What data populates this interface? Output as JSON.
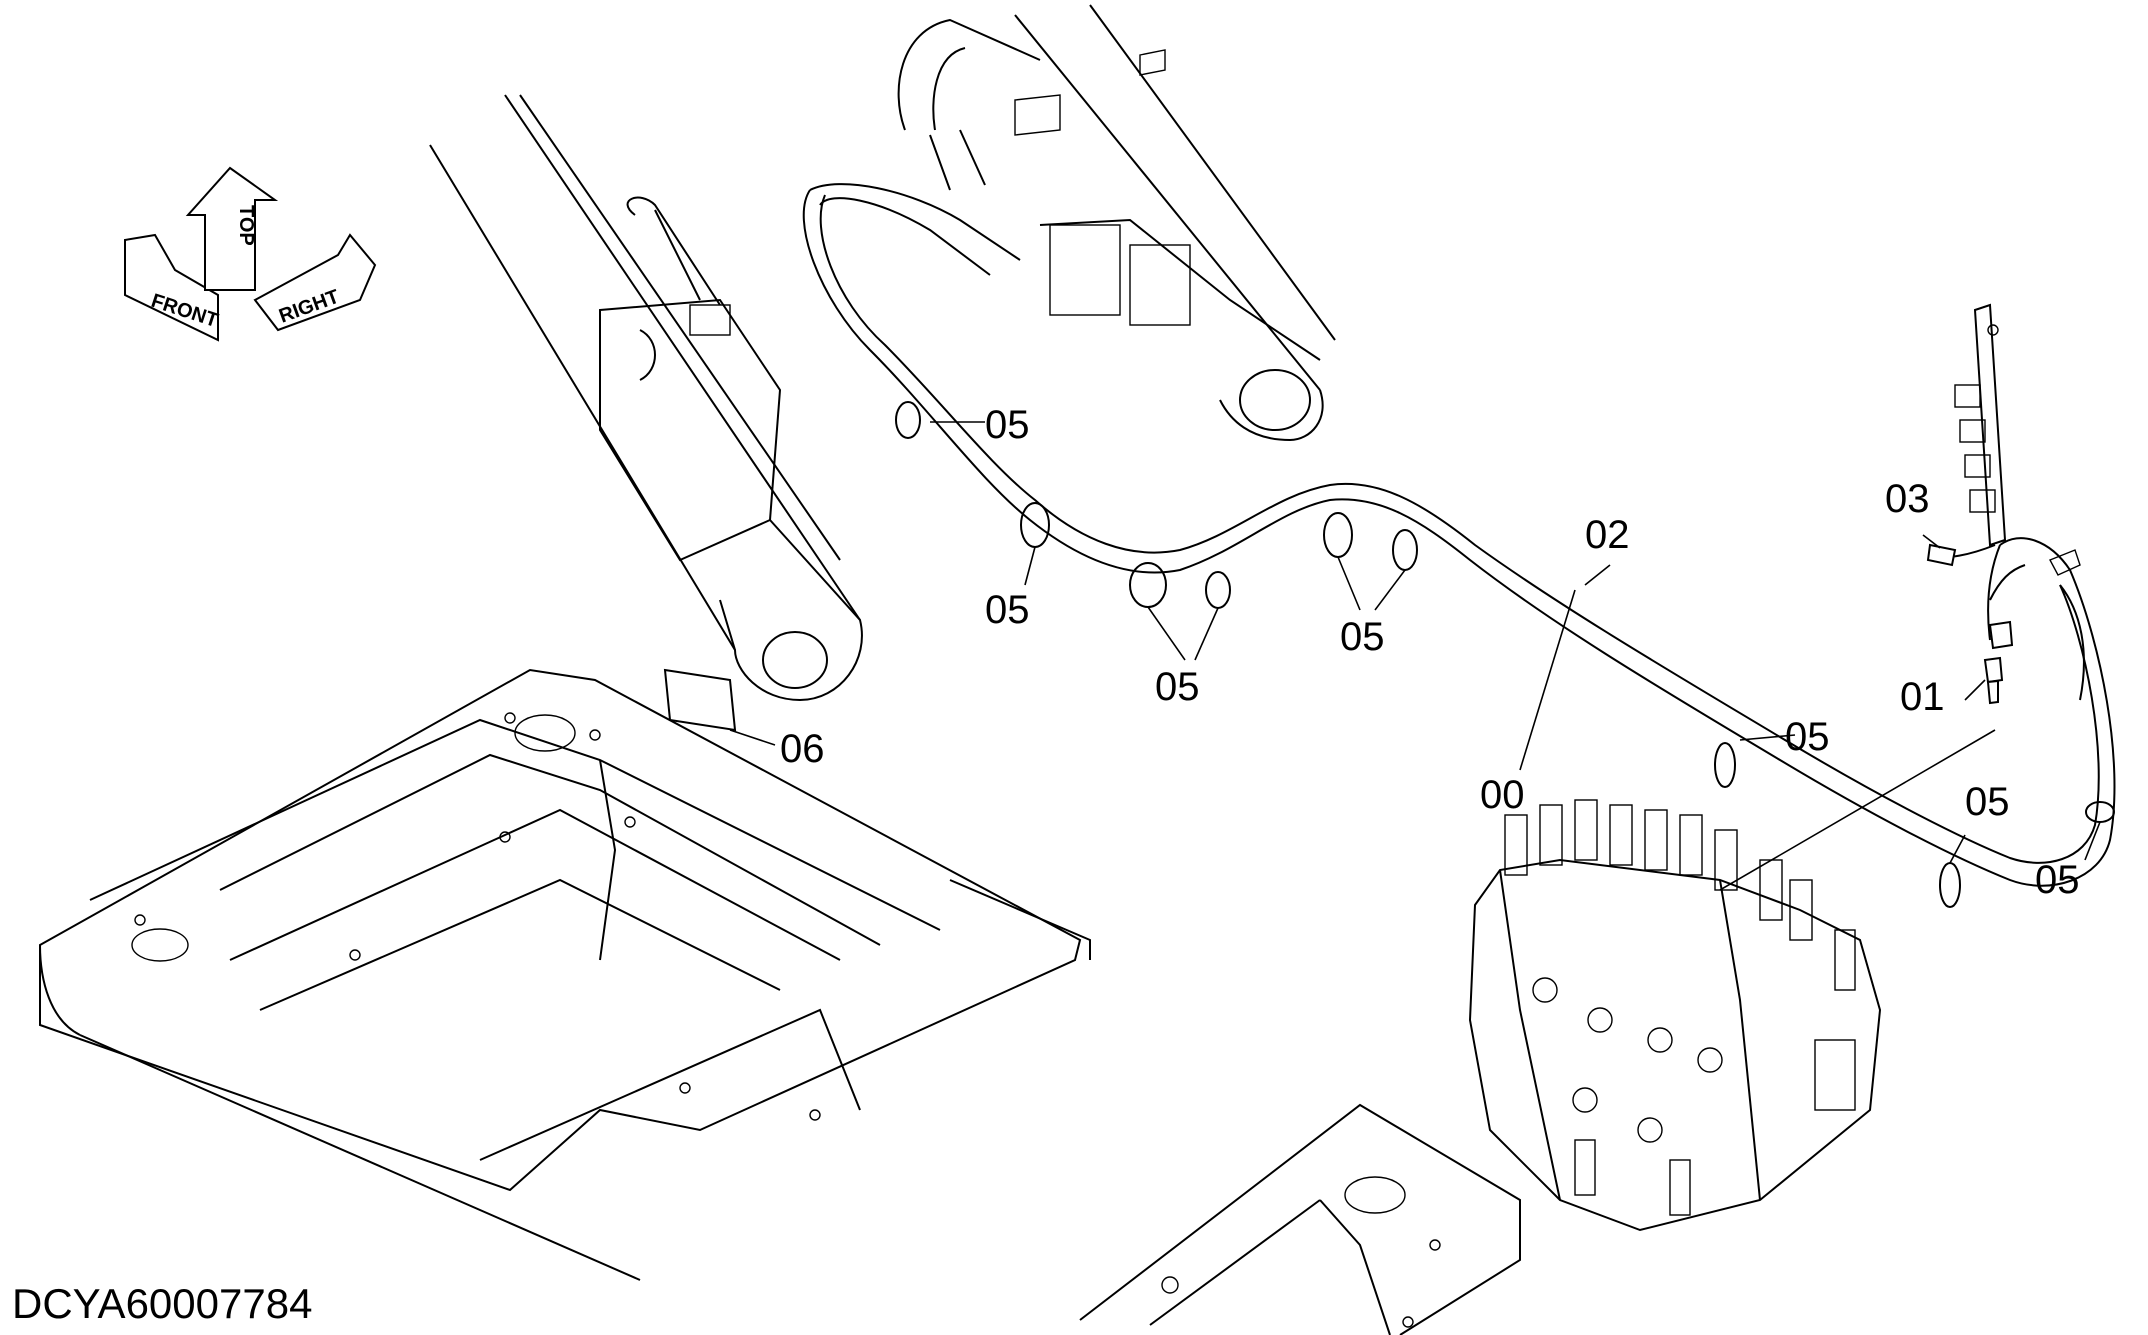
{
  "drawing_id": "DCYA60007784",
  "orientation": {
    "front": "FRONT",
    "top": "TOP",
    "right": "RIGHT"
  },
  "callouts": [
    {
      "key": "c05a",
      "label": "05"
    },
    {
      "key": "c05b",
      "label": "05"
    },
    {
      "key": "c05c",
      "label": "05"
    },
    {
      "key": "c05d",
      "label": "05"
    },
    {
      "key": "c05e",
      "label": "05"
    },
    {
      "key": "c05f",
      "label": "05"
    },
    {
      "key": "c05g",
      "label": "05"
    },
    {
      "key": "c00",
      "label": "00"
    },
    {
      "key": "c01",
      "label": "01"
    },
    {
      "key": "c02",
      "label": "02"
    },
    {
      "key": "c03",
      "label": "03"
    },
    {
      "key": "c06",
      "label": "06"
    }
  ]
}
